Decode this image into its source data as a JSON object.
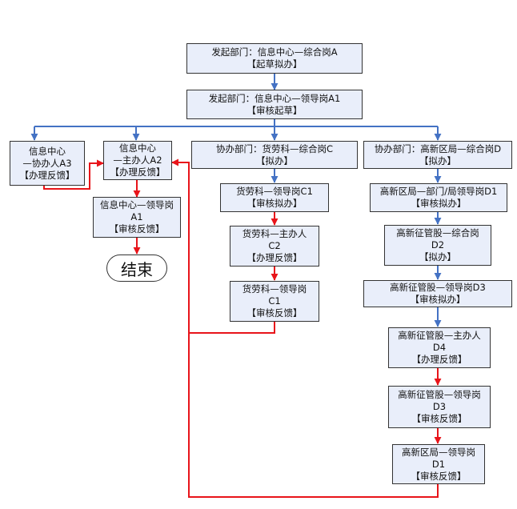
{
  "nodes": {
    "start": {
      "line1": "发起部门：信息中心—综合岗A",
      "line2": "【起草拟办】"
    },
    "leader_a1_top": {
      "line1": "发起部门：信息中心—领导岗A1",
      "line2": "【审核起草】"
    },
    "assist_a3": {
      "line1": "信息中心",
      "line2": "—协办人A3",
      "line3": "【办理反馈】"
    },
    "main_a2": {
      "line1": "信息中心",
      "line2": "—主办人A2",
      "line3": "【办理反馈】"
    },
    "leader_a1_bottom": {
      "line1": "信息中心—领导岗",
      "line2": "A1",
      "line3": "【审核反馈】"
    },
    "end": {
      "label": "结束"
    },
    "dept_c": {
      "line1": "协办部门：货劳科—综合岗C",
      "line2": "【拟办】"
    },
    "c1_review": {
      "line1": "货劳科—领导岗C1",
      "line2": "【审核拟办】"
    },
    "c2": {
      "line1": "货劳科—主办人",
      "line2": "C2",
      "line3": "【办理反馈】"
    },
    "c1_feedback": {
      "line1": "货劳科—领导岗",
      "line2": "C1",
      "line3": "【审核反馈】"
    },
    "dept_d": {
      "line1": "协办部门：高新区局—综合岗D",
      "line2": "【拟办】"
    },
    "d1_review": {
      "line1": "高新区局—部门/局领导岗D1",
      "line2": "【审核拟办】"
    },
    "d2": {
      "line1": "高新征管股—综合岗",
      "line2": "D2",
      "line3": "【拟办】"
    },
    "d3_review": {
      "line1": "高新征管股—领导岗D3",
      "line2": "【审核拟办】"
    },
    "d4": {
      "line1": "高新征管股—主办人",
      "line2": "D4",
      "line3": "【办理反馈】"
    },
    "d3_feedback": {
      "line1": "高新征管股—领导岗",
      "line2": "D3",
      "line3": "【审核反馈】"
    },
    "d1_feedback": {
      "line1": "高新区局—领导岗",
      "line2": "D1",
      "line3": "【审核反馈】"
    }
  },
  "colors": {
    "flow_arrow": "#4472c4",
    "feedback_arrow": "#e8141a",
    "node_fill": "#e9eefa",
    "node_border": "#333333"
  }
}
